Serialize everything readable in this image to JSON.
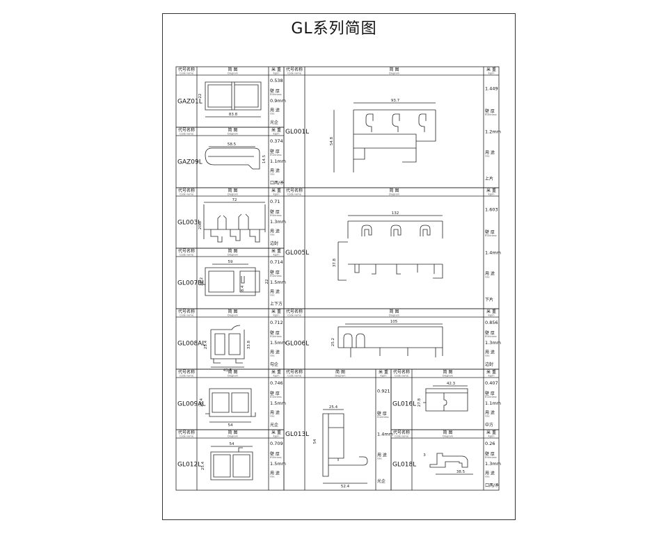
{
  "title": "GL系列简图",
  "header_labels": {
    "code": "代号名称",
    "code_sub": "Code name",
    "diagram": "简 图",
    "diagram_sub": "Diagram",
    "weight": "米 重",
    "weight_sub": "Kg/m",
    "thickness": "壁 厚",
    "thickness_sub": "thickness",
    "use": "用 途",
    "use_sub": "Use"
  },
  "profiles": [
    {
      "code": "GAZ01L",
      "weight": "0.538",
      "thickness": "0.9mm",
      "use": "光企",
      "dims": [
        "22",
        "83.8"
      ]
    },
    {
      "code": "GAZ09L",
      "weight": "0.374",
      "thickness": "1.1mm",
      "use": "口两/矛",
      "dims": [
        "58.5",
        "14.5"
      ]
    },
    {
      "code": "GL001L",
      "weight": "1.449",
      "thickness": "1.2mm",
      "use": "上片",
      "dims": [
        "93.7",
        "54.8"
      ]
    },
    {
      "code": "GL003L",
      "weight": "0.71",
      "thickness": "1.3mm",
      "use": "边封",
      "dims": [
        "72",
        "20.8"
      ]
    },
    {
      "code": "GL005L",
      "weight": "1.603",
      "thickness": "1.4mm",
      "use": "下片",
      "dims": [
        "132",
        "37.8"
      ]
    },
    {
      "code": "GL007BL",
      "weight": "0.714",
      "thickness": "1.5mm",
      "use": "上下方",
      "dims": [
        "59",
        "22.2",
        "22",
        "8.4"
      ]
    },
    {
      "code": "GL008AL",
      "weight": "0.712",
      "thickness": "1.5mm",
      "use": "勾企",
      "dims": [
        "25.4",
        "33.8",
        "41.5"
      ]
    },
    {
      "code": "GL006L",
      "weight": "0.856",
      "thickness": "1.3mm",
      "use": "边封",
      "dims": [
        "105",
        "25.2"
      ]
    },
    {
      "code": "GL009AL",
      "weight": "0.746",
      "thickness": "1.5mm",
      "use": "光企",
      "dims": [
        "25.4",
        "54"
      ]
    },
    {
      "code": "GL013L",
      "weight": "0.921",
      "thickness": "1.4mm",
      "use": "光企",
      "dims": [
        "25.4",
        "54",
        "52.4"
      ]
    },
    {
      "code": "GL016L",
      "weight": "0.407",
      "thickness": "1.1mm",
      "use": "中方",
      "dims": [
        "42.3",
        "27.8"
      ]
    },
    {
      "code": "GL012L",
      "weight": "0.709",
      "thickness": "1.5mm",
      "use": "",
      "dims": [
        "54",
        "25.4"
      ]
    },
    {
      "code": "GL018L",
      "weight": "0.26",
      "thickness": "1.3mm",
      "use": "口两/矛",
      "dims": [
        "38.5",
        "3"
      ]
    }
  ]
}
